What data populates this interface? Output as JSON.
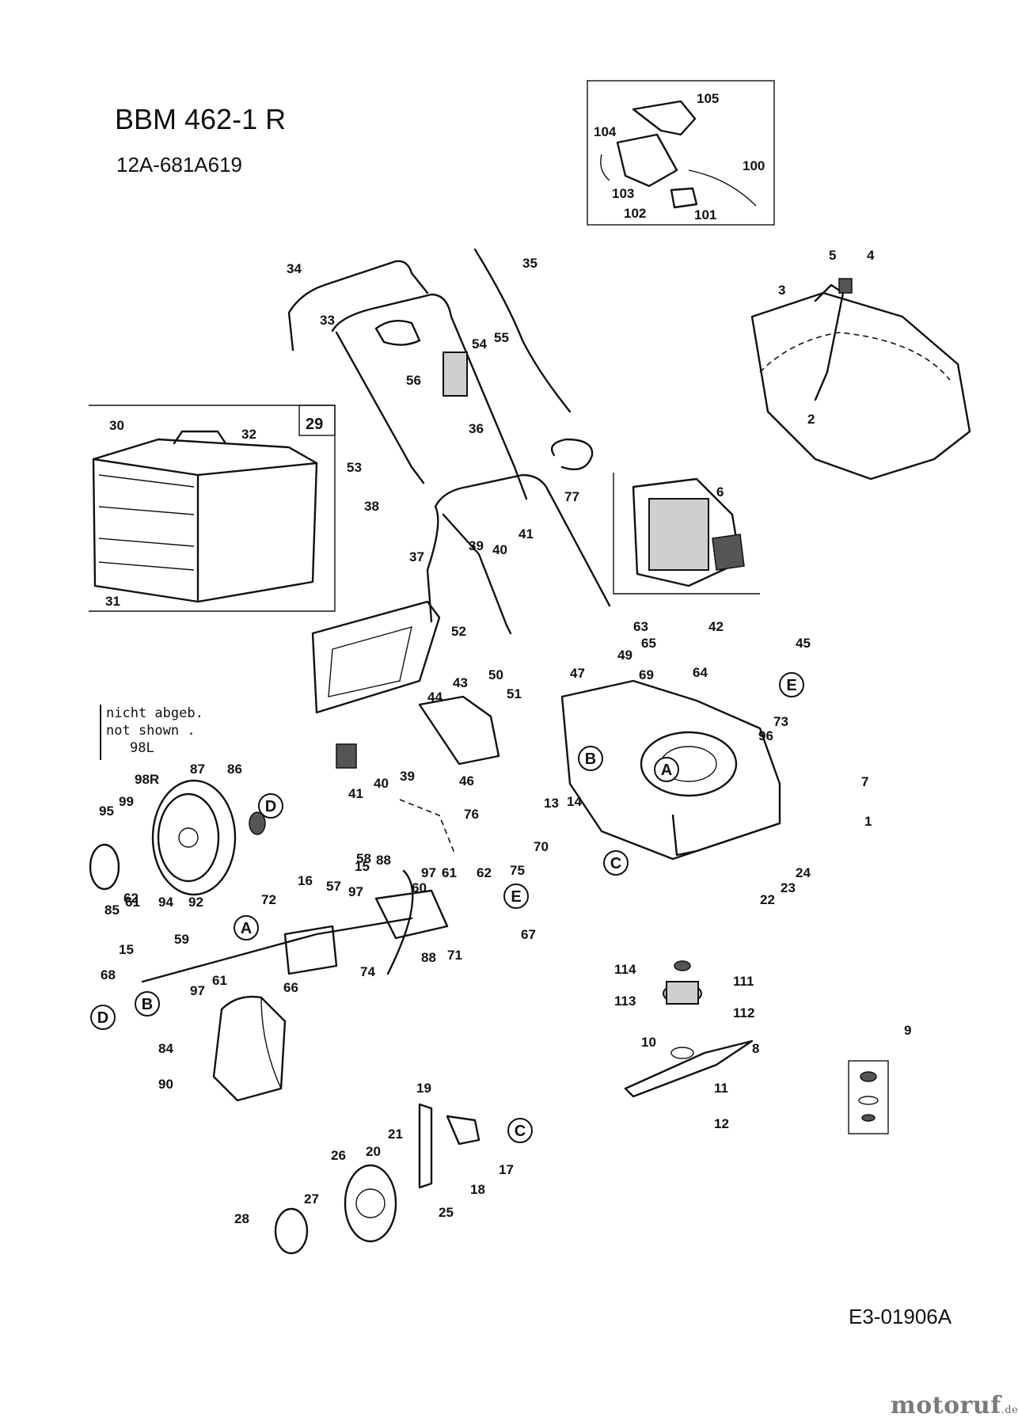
{
  "header": {
    "model": "BBM 462-1 R",
    "article": "12A-681A619"
  },
  "footer": {
    "diagram_code": "E3-01906A",
    "watermark": {
      "name": "motoruf",
      "tld": ".de"
    }
  },
  "note": {
    "de": "nicht abgeb.",
    "en": "not shown .",
    "ref": "98L"
  },
  "callouts": [
    "A",
    "B",
    "C",
    "D",
    "E"
  ],
  "box_labels": {
    "grass_bag": "29"
  },
  "parts": [
    "1",
    "2",
    "3",
    "4",
    "5",
    "6",
    "7",
    "8",
    "9",
    "10",
    "11",
    "12",
    "13",
    "14",
    "15",
    "16",
    "17",
    "18",
    "19",
    "20",
    "21",
    "22",
    "23",
    "24",
    "25",
    "26",
    "27",
    "28",
    "30",
    "31",
    "32",
    "33",
    "34",
    "35",
    "36",
    "37",
    "38",
    "39",
    "40",
    "41",
    "42",
    "43",
    "44",
    "45",
    "46",
    "47",
    "49",
    "50",
    "51",
    "52",
    "53",
    "54",
    "55",
    "56",
    "57",
    "58",
    "59",
    "60",
    "61",
    "62",
    "63",
    "64",
    "65",
    "66",
    "67",
    "68",
    "69",
    "70",
    "71",
    "72",
    "73",
    "74",
    "75",
    "76",
    "77",
    "84",
    "85",
    "86",
    "87",
    "88",
    "90",
    "92",
    "94",
    "95",
    "96",
    "97",
    "98R",
    "99",
    "100",
    "101",
    "102",
    "103",
    "104",
    "105",
    "111",
    "112",
    "113",
    "114"
  ]
}
